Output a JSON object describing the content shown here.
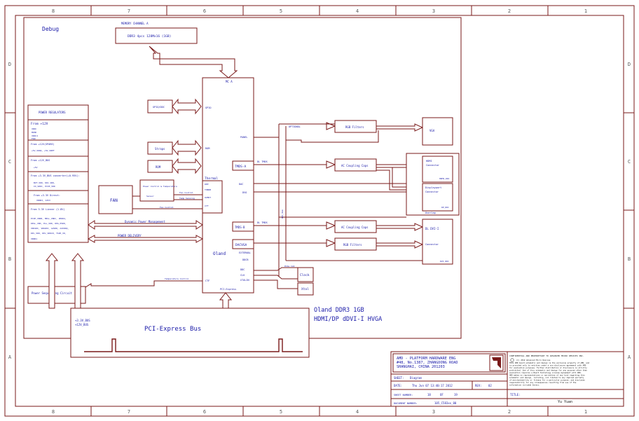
{
  "ruler": {
    "columns": [
      "8",
      "7",
      "6",
      "5",
      "4",
      "3",
      "2",
      "1"
    ],
    "rows": [
      "D",
      "C",
      "B",
      "A"
    ]
  },
  "debug_label": "Debug",
  "memory": {
    "channel_label": "MEMORY CHANNEL A",
    "box_label": "DDR3 4pcs 128Mx16 (1GB)"
  },
  "gpu": {
    "name": "Oland",
    "top_pin": "MC A",
    "pins_left": [
      "GPIO",
      "ROM",
      "Thermal",
      "PCI-Express"
    ],
    "pins_right": [
      "PANEL",
      "TMDS-A",
      "DAC",
      "DVO",
      "DACVGA",
      "EXTERNAL",
      "DDCB",
      "DDC",
      "XTALIN",
      "CLK"
    ],
    "tmds_a": "TMDS-A",
    "tmds_b": "TMDS-B",
    "dacvga": "DACVGA",
    "thermal_box": {
      "title": "Thermal",
      "pins": [
        "DPP",
        "THERM",
        "OVERT",
        "CTF"
      ]
    },
    "bottom_pin": "PCI-Express"
  },
  "side_blocks": {
    "gpio": "GPIO/DDC",
    "strap": "Straps",
    "rom": "ROM",
    "fan": "FAN",
    "sensor": "Power Control & Temperature",
    "sensor_sub": "Sensor",
    "fan_ctrl": "Fan Control",
    "temp_sense": "Temp Sensing"
  },
  "power": {
    "title": "POWER REGULATORS",
    "groups": [
      {
        "head": "From +12V",
        "items": [
          "VDDC",
          "MVDD",
          "VDDCI",
          "FAN"
        ]
      },
      {
        "head": "From +12V(SPARE)",
        "items": [
          "+5V_VDDQ, +5V_VREF"
        ]
      },
      {
        "head": "From +12V_BUS",
        "items": [
          "+5V"
        ]
      },
      {
        "head": "From +3.3V_BUS converter(+0.95V):",
        "items": [
          "BIF_VDD, DDC_VDD,",
          "IO_VDDC, PCIE_VDD"
        ]
      },
      {
        "head": "From +3.3V Direct:",
        "items": [
          "VDDR3, A3V3"
        ]
      },
      {
        "head": "From 3.3V Linear (1.8V)",
        "items": [
          "PCIE_VDDR, MPLL_VDDC, VDDR4,",
          "DPLL_VDD, PLL_VDD, DPA_PVDD,",
          "VDD1DI, VDD2DI, A2VDD, A2VDDQ,",
          "DPx_VDD, DPx_VDD18, TSVD_VD,",
          "VDDR1"
        ]
      }
    ],
    "power_seq": "Power Sequencing Circuit",
    "dyn_pm": "Dynamic Power Management",
    "power_delivery": "POWER DELIVERY",
    "temp_signal": "Temperature Control"
  },
  "display": {
    "optional": "OPTIONAL",
    "rgb_filters_top": "RGB Filters",
    "vga": "VGA",
    "ac_caps_1": "AC Coupling Caps",
    "hdmi": "HDMI",
    "hdmi_sub": "Connector",
    "hdmi_ddc": "HDMI_DDC",
    "displayport": "Displayport",
    "displayport_sub": "Connector",
    "dp_ddc": "DP_DDC",
    "overlap": "Overlap",
    "ac_caps_2": "AC Coupling Caps",
    "rgb_filters_2": "RGB Filters",
    "dvi": "DL DVI-I",
    "dvi_sub": "Connector",
    "dvi_ddc": "DVI_DDC",
    "tmds_a_sig": "DL TMDS",
    "tmds_b_sig": "DL TMDS",
    "hpd": "HPD",
    "clock": "Clock",
    "xtal": "Xtal",
    "clk_label": "PCIe CLK",
    "vga_sig": "DDC_VGA"
  },
  "pcie": {
    "label": "PCI-Express Bus",
    "rails": [
      "+3.3V_BUS",
      "+12V_BUS"
    ]
  },
  "board": {
    "line1": "Oland DDR3 1GB",
    "line2": "HDMI/DP dDVI-I HVGA"
  },
  "title_block": {
    "company": [
      "AMD - PLATFORM HARDWARE ENG",
      "#48, No.1387, ZHANGDONG ROAD",
      "SHANGHAI, CHINA 201203"
    ],
    "confidential": [
      "CONFIDENTIAL AND PROPRIETARY TO ADVANCED MICRO DEVICES INC.",
      "(C)  2012   Advanced Micro Devices",
      "THIS AMD board schematic and design is the exclusive property of AMD, and",
      "is provided only to entities under a non-disclosure agreement with AMD",
      "for evaluation purposes. Further distribution or disclosure is strictly",
      "prohibited. Use of this schematic and design for any purpose other than",
      "evaluation requires a Board Technology License Agreement with AMD.",
      "AMD makes no representations or warranties of any kind regarding this",
      "schematic and design, including, not limited to any implied warranty",
      "of merchantability or fitness for a particular purpose, and disclaims",
      "responsibility for any consequences resulting from use of the",
      "information included herein."
    ],
    "sheet_label": "SHEET:",
    "sheet_value": "Diagram",
    "date_label": "DATE:",
    "date_value": "Thu Jun 07 13:40:17 2012",
    "rev_label": "REV:",
    "rev_value": "02",
    "sheet_num_label": "SHEET NUMBER:",
    "sheet_num": "18",
    "of_label": "OF",
    "sheet_total": "19",
    "doc_label": "DOCUMENT NUMBER:",
    "doc_value": "105_C583xx_00",
    "title_label": "TITLE:",
    "author": "Yu Yuan"
  },
  "colors": {
    "line": "#7a1a1a",
    "text": "#1a1aa8",
    "frame": "#5a5a5a"
  }
}
